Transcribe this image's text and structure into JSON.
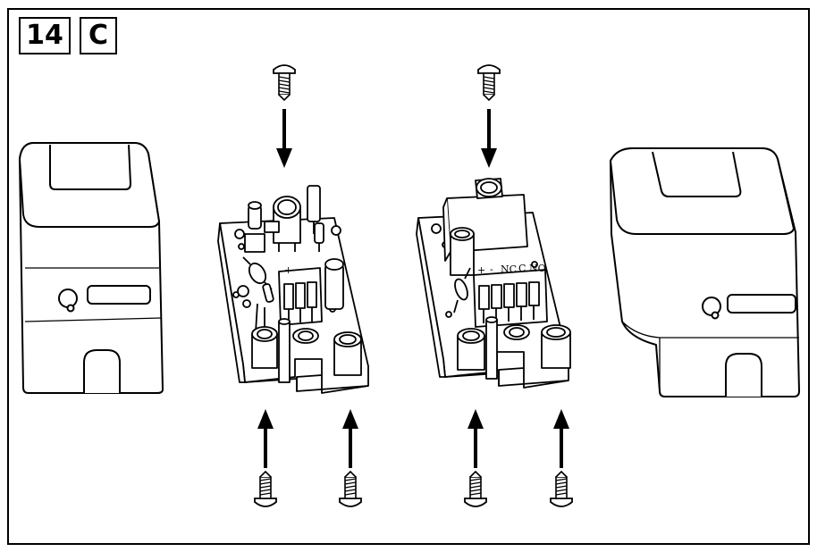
{
  "figure": {
    "number": "14",
    "letter": "C"
  },
  "terminals": {
    "left_board": [
      "+",
      "-"
    ],
    "right_board": [
      "+",
      "-",
      "NC",
      "C",
      "NO"
    ]
  },
  "colors": {
    "line": "#000000",
    "background": "#ffffff"
  }
}
